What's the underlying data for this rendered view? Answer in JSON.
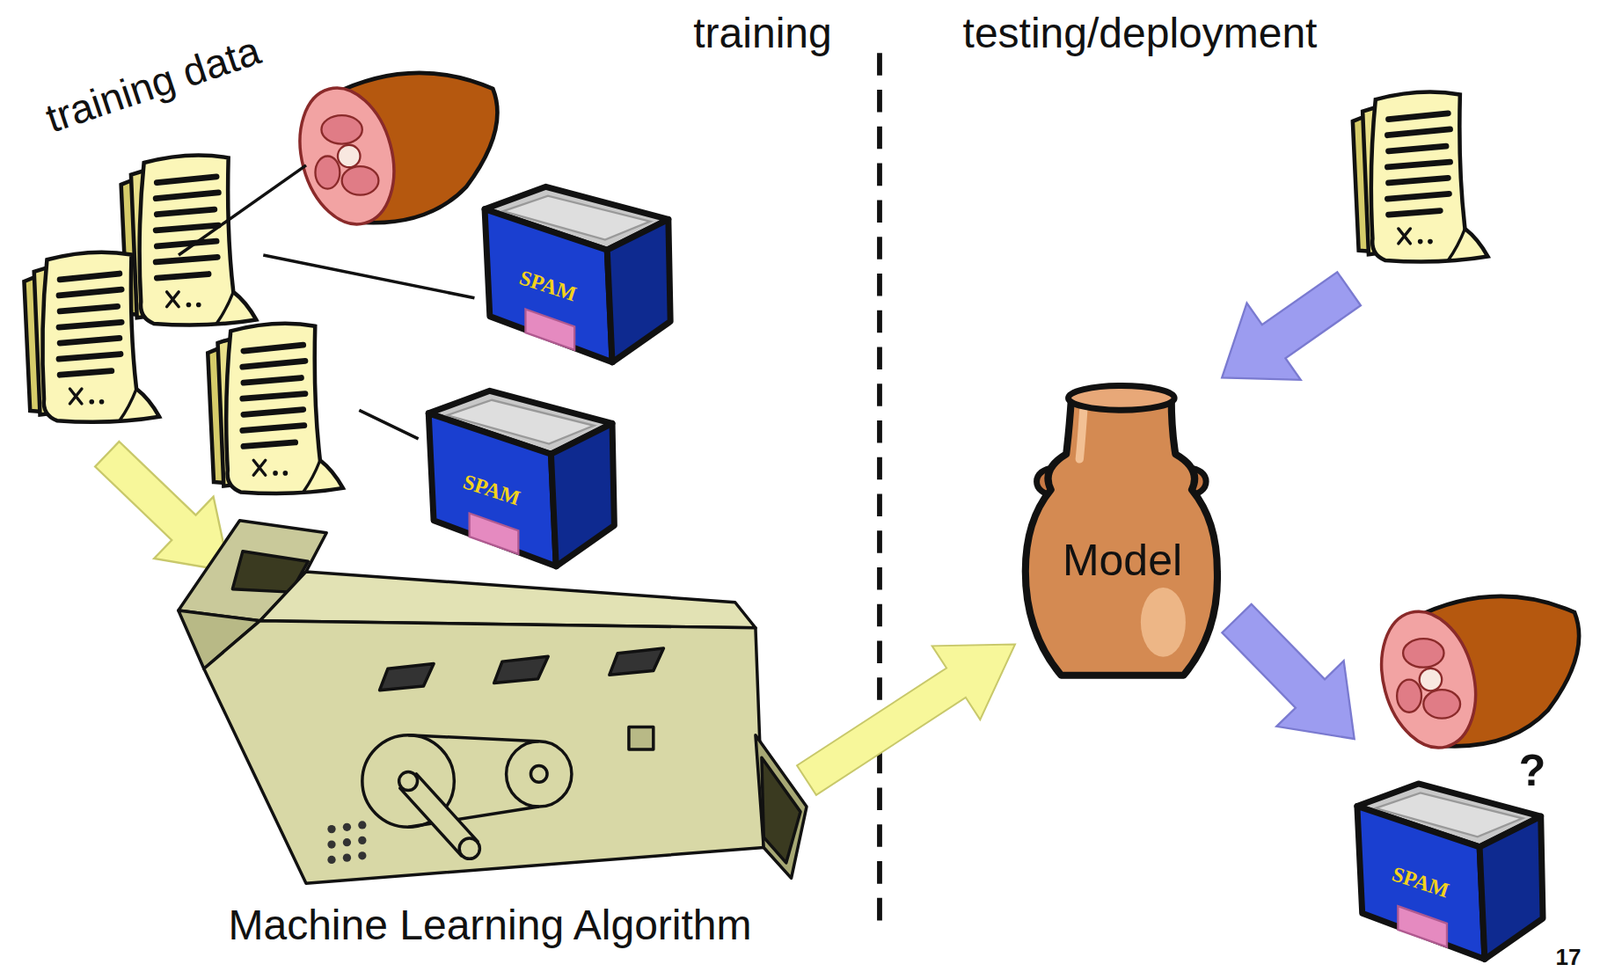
{
  "diagram": {
    "nodes": [
      {
        "text": [
          "Machine Learning Algorithm"
        ]
      },
      {
        "text": [
          "Model"
        ]
      }
    ],
    "edges": [
      {
        "from": 0,
        "to": 1,
        "arrow": "to"
      }
    ],
    "labels": [
      "training data",
      "training",
      "testing/deployment",
      "SPAM",
      "SPAM",
      "SPAM",
      "?",
      "17"
    ]
  }
}
